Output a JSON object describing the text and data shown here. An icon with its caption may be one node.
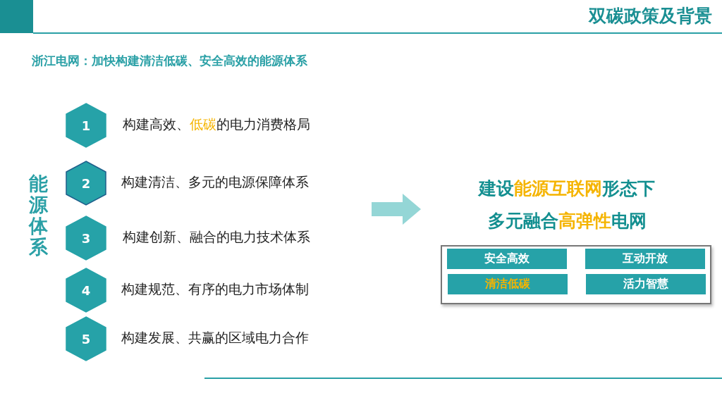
{
  "diagram": {
    "title": "双碳政策及背景",
    "nodes": [
      {
        "text": [
          "1"
        ],
        "beside": [
          "构建高效、**低碳**的电力消费格局"
        ]
      },
      {
        "text": [
          "2"
        ],
        "beside": [
          "构建清洁、多元的电源保障体系"
        ]
      },
      {
        "text": [
          "3"
        ],
        "beside": [
          "构建创新、融合的电力技术体系"
        ]
      },
      {
        "text": [
          "4"
        ],
        "beside": [
          "构建规范、有序的电力市场体制"
        ]
      },
      {
        "text": [
          "5"
        ],
        "beside": [
          "构建发展、共赢的区域电力合作"
        ]
      },
      {
        "text": [
          "建设**能源互联网**形态下",
          "多元融合**高弹性**电网"
        ]
      },
      {
        "text": [
          "安全高效"
        ],
        "in": 5
      },
      {
        "text": [
          "互动开放"
        ],
        "in": 5
      },
      {
        "text": [
          "清洁低碳"
        ],
        "in": 5
      },
      {
        "text": [
          "活力智慧"
        ],
        "in": 5
      }
    ],
    "edges": [
      {
        "from": null,
        "to": 5,
        "arrow": "to"
      }
    ],
    "labels": [
      "浙江电网：加快构建清洁低碳、安全高效的能源体系",
      "能源体系"
    ]
  }
}
